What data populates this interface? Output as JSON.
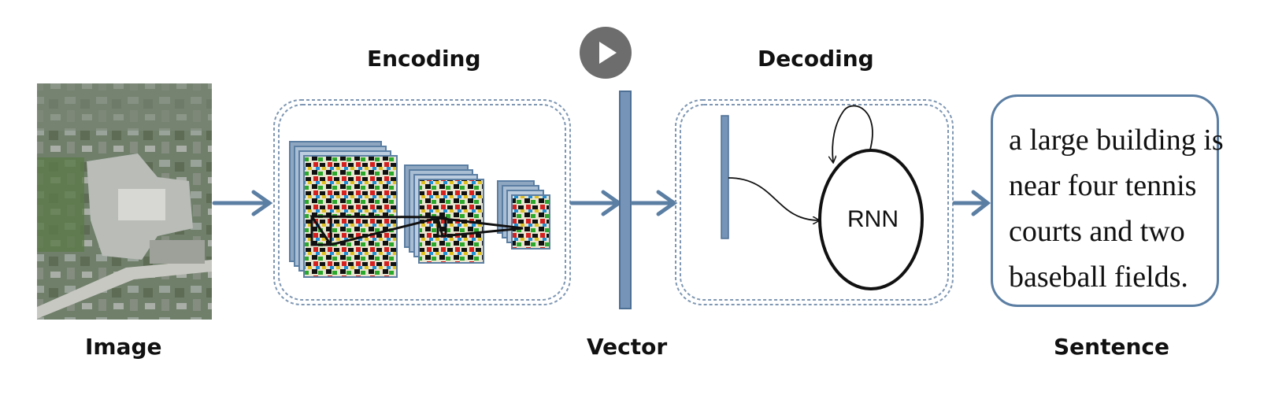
{
  "labels": {
    "encoding": "Encoding",
    "decoding": "Decoding",
    "image": "Image",
    "vector": "Vector",
    "sentence": "Sentence"
  },
  "rnn_label": "RNN",
  "caption_lines": [
    "a large building is",
    "near four tennis",
    "courts and two",
    "baseball fields."
  ],
  "colors": {
    "accent": "#5b7ea3",
    "arrow": "#5b7ea3",
    "dashed_border": "#7f97b3",
    "play_button": "#6d6d6d"
  },
  "icons": {
    "play": "play-icon"
  }
}
